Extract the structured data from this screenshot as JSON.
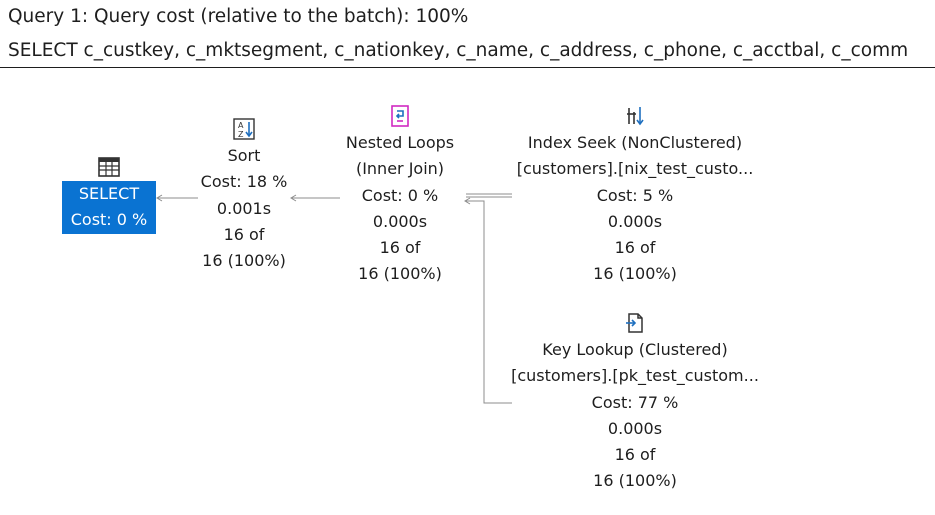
{
  "header": {
    "line1": "Query 1: Query cost (relative to the batch): 100%",
    "line2": "SELECT c_custkey, c_mktsegment, c_nationkey, c_name, c_address, c_phone, c_acctbal, c_comm"
  },
  "colors": {
    "selected_bg": "#0a73d2",
    "icon_blue": "#1e6fbf",
    "icon_magenta": "#d12ac1",
    "connector": "#8c8c8c"
  },
  "nodes": {
    "select": {
      "icon": "table-icon",
      "title": "SELECT",
      "cost": "Cost: 0 %"
    },
    "sort": {
      "icon": "sort-az-icon",
      "title": "Sort",
      "cost": "Cost: 18 %",
      "time": "0.001s",
      "rows": "16 of",
      "rows_pct": "16 (100%)"
    },
    "nested_loops": {
      "icon": "nested-loops-icon",
      "title": "Nested Loops",
      "subtitle": "(Inner Join)",
      "cost": "Cost: 0 %",
      "time": "0.000s",
      "rows": "16 of",
      "rows_pct": "16 (100%)"
    },
    "index_seek": {
      "icon": "index-seek-icon",
      "title": "Index Seek (NonClustered)",
      "object": "[customers].[nix_test_custo...",
      "cost": "Cost: 5 %",
      "time": "0.000s",
      "rows": "16 of",
      "rows_pct": "16 (100%)"
    },
    "key_lookup": {
      "icon": "key-lookup-icon",
      "title": "Key Lookup (Clustered)",
      "object": "[customers].[pk_test_custom...",
      "cost": "Cost: 77 %",
      "time": "0.000s",
      "rows": "16 of",
      "rows_pct": "16 (100%)"
    }
  }
}
